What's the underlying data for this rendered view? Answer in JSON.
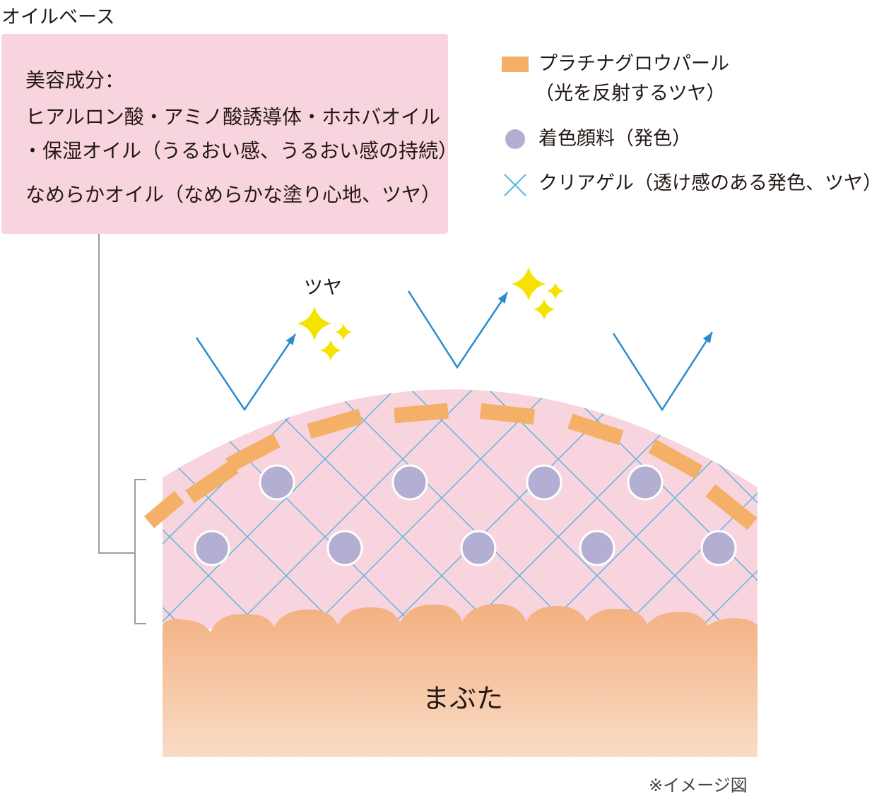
{
  "title": "オイルベース",
  "info_box": {
    "heading": "美容成分：",
    "line1": "ヒアルロン酸・アミノ酸誘導体・ホホバオイル",
    "line2": "・保湿オイル（うるおい感、うるおい感の持続）",
    "line3": "なめらかオイル（なめらかな塗り心地、ツヤ）"
  },
  "legend": {
    "pearl_label": "プラチナグロウパール",
    "pearl_sub": "（光を反射するツヤ）",
    "pigment_label": "着色顔料（発色）",
    "gel_label": "クリアゲル（透け感のある発色、ツヤ）"
  },
  "gloss_label": "ツヤ",
  "lid_label": "まぶた",
  "note": "※イメージ図",
  "colors": {
    "layer_pink": "#f8d5de",
    "pearl_orange": "#f4b066",
    "pigment_purple": "#b3afd3",
    "gel_blue": "#5bb3e0",
    "arrow_blue": "#2a8ccf",
    "sparkle_yellow": "#f6e200",
    "lid_top": "#f3b080",
    "lid_bottom": "#f9dcc6",
    "connector_gray": "#9c9c9c"
  }
}
